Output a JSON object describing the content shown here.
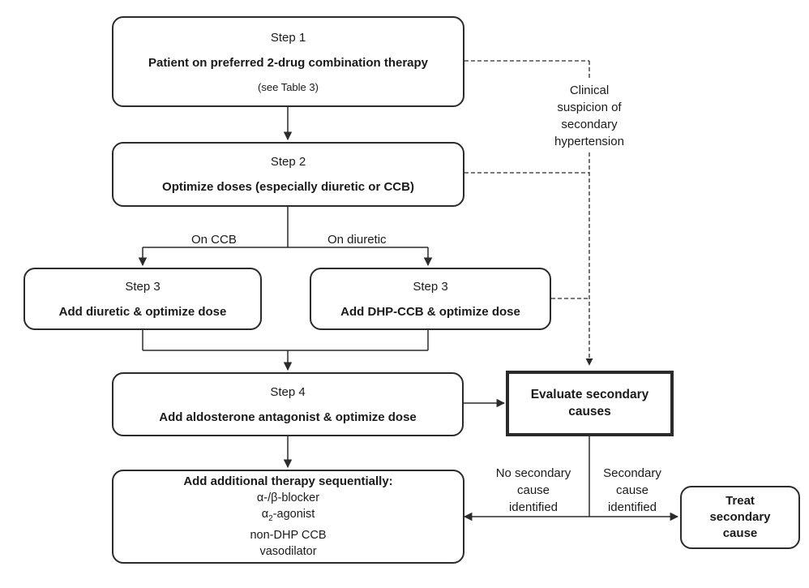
{
  "step1": {
    "step": "Step 1",
    "main": "Patient on preferred 2-drug combination therapy",
    "sub": "(see Table 3)"
  },
  "step2": {
    "step": "Step 2",
    "main": "Optimize doses (especially diuretic or CCB)"
  },
  "branch": {
    "left": "On CCB",
    "right": "On diuretic"
  },
  "step3a": {
    "step": "Step 3",
    "main": "Add diuretic & optimize dose"
  },
  "step3b": {
    "step": "Step 3",
    "main": "Add DHP-CCB & optimize dose"
  },
  "step4": {
    "step": "Step 4",
    "main": "Add aldosterone antagonist & optimize dose"
  },
  "evaluate": {
    "line1": "Evaluate secondary",
    "line2": "causes"
  },
  "suspicion": {
    "l1": "Clinical",
    "l2": "suspicion of",
    "l3": "secondary",
    "l4": "hypertension"
  },
  "additional": {
    "title": "Add additional therapy sequentially:",
    "items": [
      "α-/β-blocker",
      "α",
      "-agonist",
      "non-DHP CCB",
      "vasodilator"
    ],
    "alpha2_sub": "2"
  },
  "no_cause": {
    "l1": "No secondary",
    "l2": "cause",
    "l3": "identified"
  },
  "yes_cause": {
    "l1": "Secondary",
    "l2": "cause",
    "l3": "identified"
  },
  "treat": {
    "l1": "Treat",
    "l2": "secondary",
    "l3": "cause"
  },
  "colors": {
    "stroke": "#2b2b2b",
    "text": "#1a1a1a",
    "background": "#ffffff"
  }
}
